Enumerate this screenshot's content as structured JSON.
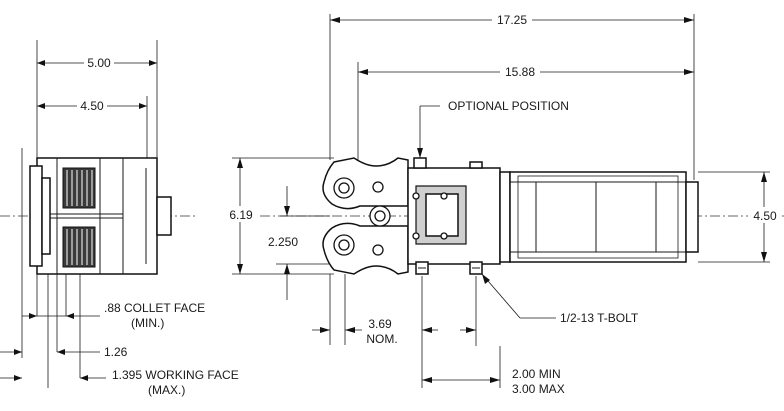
{
  "dimensions": {
    "overall_length": "17.25",
    "body_length": "15.88",
    "width_outer": "5.00",
    "width_inner": "4.50",
    "height_left": "6.19",
    "height_right": "4.50",
    "jaw_offset": "2.250",
    "nom_value": "3.69",
    "nom_label": "NOM.",
    "collet_face_1": ".88 COLLET FACE",
    "collet_face_2": "(MIN.)",
    "mid_value": "1.26",
    "working_face_1": "1.395 WORKING FACE",
    "working_face_2": "(MAX.)",
    "stroke_min": "2.00 MIN",
    "stroke_max": "3.00 MAX"
  },
  "callouts": {
    "optional_position": "OPTIONAL POSITION",
    "t_bolt": "1/2-13 T-BOLT"
  }
}
